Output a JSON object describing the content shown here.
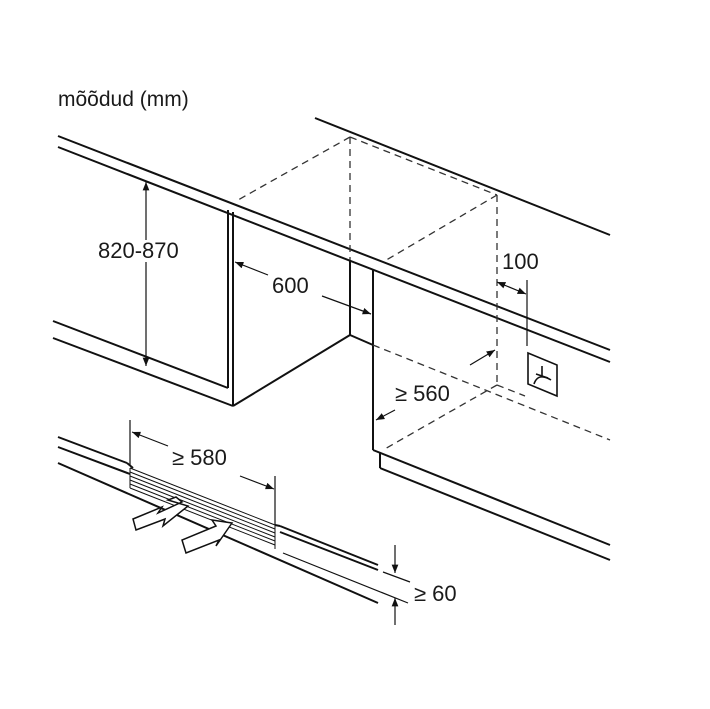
{
  "title": "mõõdud (mm)",
  "dimensions": {
    "height": "820-870",
    "depth": "600",
    "niche_depth": "≥ 560",
    "socket_offset": "100",
    "vent_width": "≥ 580",
    "plinth_gap": "≥ 60"
  },
  "icons": [
    "socket-icon",
    "airflow-out-arrow-icon",
    "airflow-in-arrow-icon"
  ]
}
